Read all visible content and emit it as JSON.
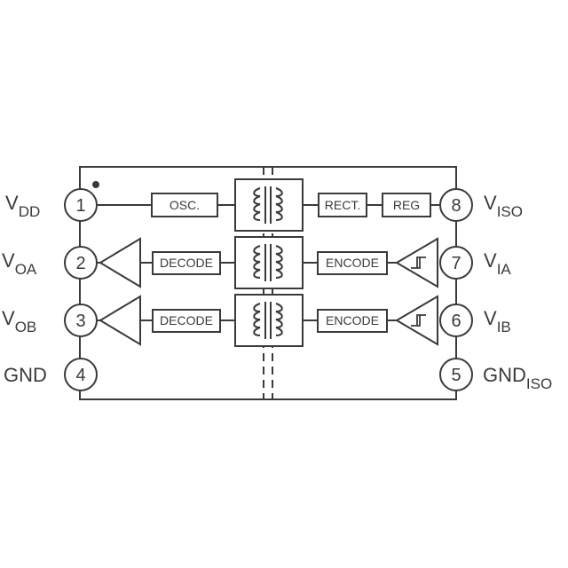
{
  "diagram": {
    "colors": {
      "line": "#3a3a3a",
      "background": "#ffffff"
    },
    "blocks": {
      "osc": "OSC.",
      "rect": "RECT.",
      "reg": "REG",
      "decode_a": "DECODE",
      "decode_b": "DECODE",
      "encode_a": "ENCODE",
      "encode_b": "ENCODE"
    },
    "pins": {
      "p1": {
        "number": "1",
        "name": "V",
        "sub": "DD"
      },
      "p2": {
        "number": "2",
        "name": "V",
        "sub": "OA"
      },
      "p3": {
        "number": "3",
        "name": "V",
        "sub": "OB"
      },
      "p4": {
        "number": "4",
        "name": "GND",
        "sub": ""
      },
      "p5": {
        "number": "5",
        "name": "GND",
        "sub": "ISO"
      },
      "p6": {
        "number": "6",
        "name": "V",
        "sub": "IB"
      },
      "p7": {
        "number": "7",
        "name": "V",
        "sub": "IA"
      },
      "p8": {
        "number": "8",
        "name": "V",
        "sub": "ISO"
      }
    },
    "icons": [
      "pin1-indicator-dot",
      "transformer-icon",
      "buffer-triangle-icon",
      "schmitt-trigger-icon"
    ]
  }
}
